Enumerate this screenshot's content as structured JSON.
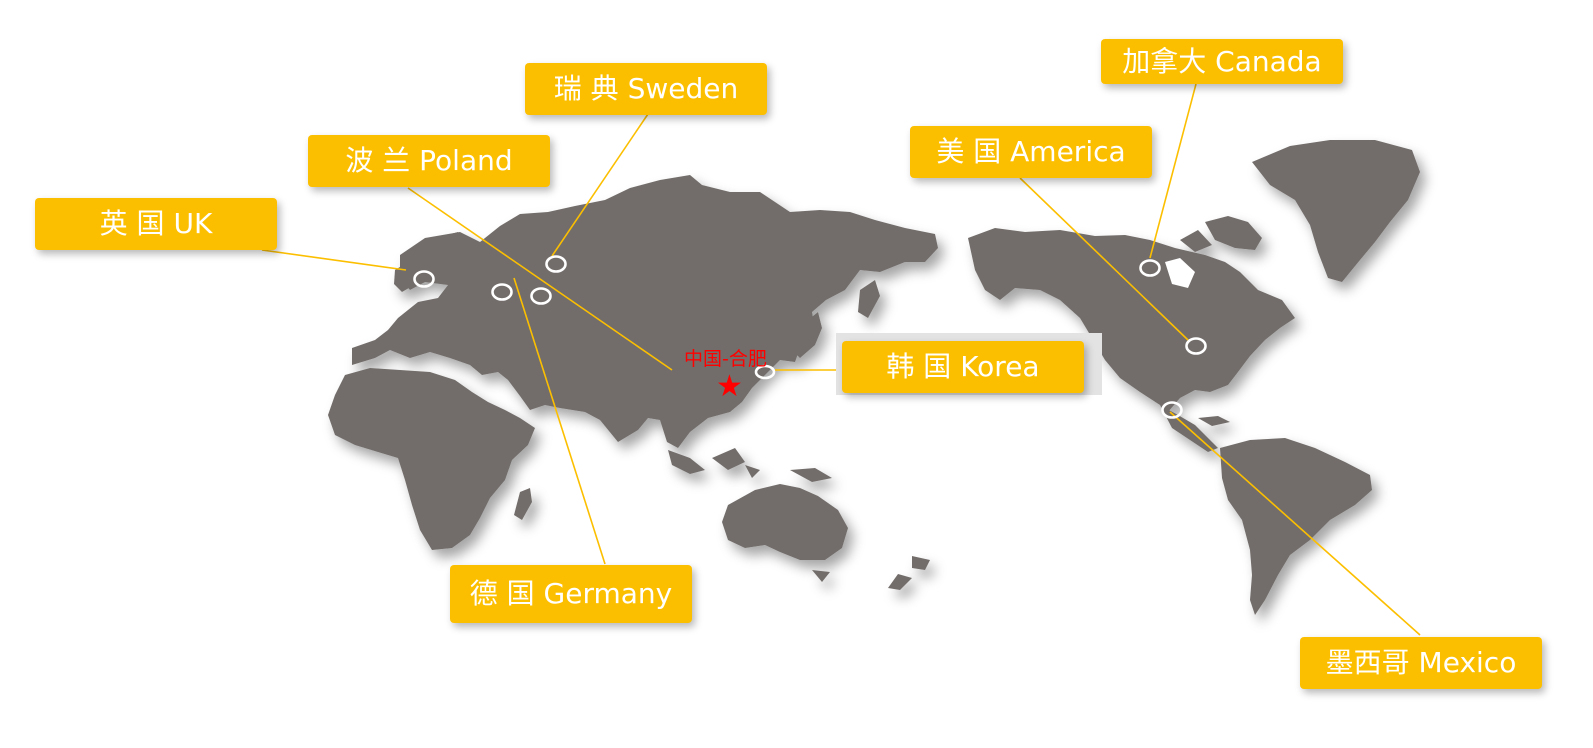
{
  "colors": {
    "land": "#726d6b",
    "label_bg": "#fcbf00",
    "label_text": "#ffffff",
    "connector": "#fcbf00",
    "marker_ring": "#ffffff",
    "origin": "#ff0000"
  },
  "origin": {
    "label": "中国-合肥",
    "icon": "star-icon",
    "glyph": "★"
  },
  "locations": [
    {
      "key": "uk",
      "label": "英 国 UK"
    },
    {
      "key": "poland",
      "label": "波 兰 Poland"
    },
    {
      "key": "sweden",
      "label": "瑞 典 Sweden"
    },
    {
      "key": "germany",
      "label": "德 国 Germany"
    },
    {
      "key": "korea",
      "label": "韩 国 Korea"
    },
    {
      "key": "america",
      "label": "美 国 America"
    },
    {
      "key": "canada",
      "label": "加拿大 Canada"
    },
    {
      "key": "mexico",
      "label": "墨西哥 Mexico"
    }
  ]
}
